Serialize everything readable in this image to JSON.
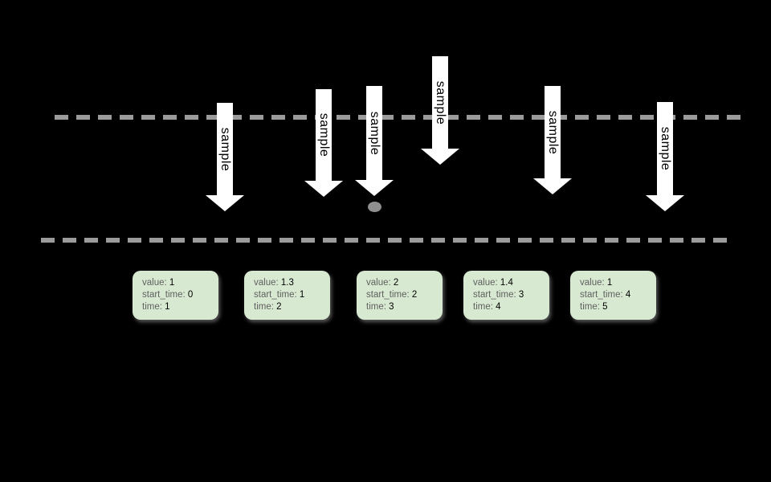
{
  "colors": {
    "background": "#000000",
    "arrow_fill": "#ffffff",
    "arrow_text": "#000000",
    "dashed_line": "#9b9b9b",
    "dot": "#8f8f8f",
    "card_fill": "#d8e9d2",
    "card_label_text": "#5f5f5f",
    "card_value_text": "#000000"
  },
  "icons": {
    "dot": "sample-point-dot"
  },
  "arrows": [
    {
      "label": "sample"
    },
    {
      "label": "sample"
    },
    {
      "label": "sample"
    },
    {
      "label": "sample"
    },
    {
      "label": "sample"
    },
    {
      "label": "sample"
    }
  ],
  "cards": [
    {
      "fields": [
        {
          "label": "value:",
          "value": "1"
        },
        {
          "label": "start_time:",
          "value": "0"
        },
        {
          "label": "time:",
          "value": "1"
        }
      ]
    },
    {
      "fields": [
        {
          "label": "value:",
          "value": "1.3"
        },
        {
          "label": "start_time:",
          "value": "1"
        },
        {
          "label": "time:",
          "value": "2"
        }
      ]
    },
    {
      "fields": [
        {
          "label": "value:",
          "value": "2"
        },
        {
          "label": "start_time:",
          "value": "2"
        },
        {
          "label": "time:",
          "value": "3"
        }
      ]
    },
    {
      "fields": [
        {
          "label": "value:",
          "value": "1.4"
        },
        {
          "label": "start_time:",
          "value": "3"
        },
        {
          "label": "time:",
          "value": "4"
        }
      ]
    },
    {
      "fields": [
        {
          "label": "value:",
          "value": "1"
        },
        {
          "label": "start_time:",
          "value": "4"
        },
        {
          "label": "time:",
          "value": "5"
        }
      ]
    }
  ]
}
